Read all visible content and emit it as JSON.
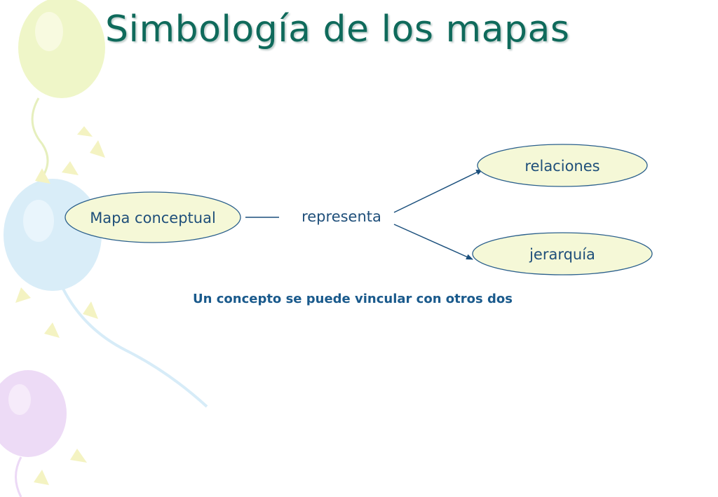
{
  "slide": {
    "title": "Simbología de los mapas"
  },
  "diagram": {
    "source_node": "Mapa conceptual",
    "link_word": "representa",
    "targets": [
      "relaciones",
      "jerarquía"
    ],
    "caption": "Un concepto se puede vincular con otros dos"
  },
  "decoration": {
    "balloon_colors": [
      "#eef6c5",
      "#d7ecf8",
      "#ecd9f6"
    ],
    "sparkle_color": "#f4f3c2"
  }
}
